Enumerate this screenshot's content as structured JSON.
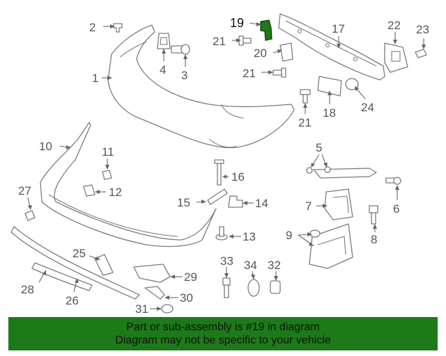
{
  "labels": {
    "p1": "1",
    "p2": "2",
    "p3": "3",
    "p4": "4",
    "p5": "5",
    "p6": "6",
    "p7": "7",
    "p8": "8",
    "p9": "9",
    "p10": "10",
    "p11": "11",
    "p12": "12",
    "p13": "13",
    "p14": "14",
    "p15": "15",
    "p16": "16",
    "p17": "17",
    "p18": "18",
    "p19": "19",
    "p20": "20",
    "p21a": "21",
    "p21b": "21",
    "p21c": "21",
    "p22": "22",
    "p23": "23",
    "p24": "24",
    "p25": "25",
    "p26": "26",
    "p27": "27",
    "p28": "28",
    "p29": "29",
    "p30": "30",
    "p31": "31",
    "p32": "32",
    "p33": "33",
    "p34": "34"
  },
  "highlight": {
    "part": "19",
    "color": "#1d7a18"
  },
  "banner": {
    "line1": "Part or sub-assembly is #19 in diagram",
    "line2": "Diagram may not be specific to your vehicle",
    "color": "#1d7a18"
  }
}
